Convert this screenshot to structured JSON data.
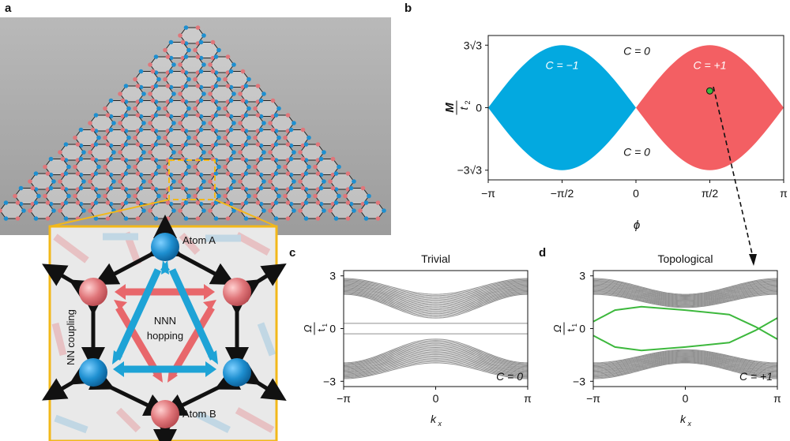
{
  "panels": {
    "a": {
      "letter": "a",
      "inset_labels": {
        "atom_a": "Atom A",
        "atom_b": "Atom B",
        "nn_coupling": "NN coupling",
        "nnn_line1": "NNN",
        "nnn_line2": "hopping"
      }
    },
    "b": {
      "letter": "b"
    },
    "c": {
      "letter": "c"
    },
    "d": {
      "letter": "d"
    }
  },
  "colors": {
    "blue_atom": "#1e8fd0",
    "red_atom": "#e0767a",
    "c_minus_region": "#03a9e0",
    "c_plus_region": "#f35f63",
    "band_grey": "#9a9a9a",
    "edge_state_green": "#3db83d",
    "frame_yellow": "#f2b81a"
  },
  "chart_data": [
    {
      "type": "area",
      "panel": "b",
      "xlabel": "ϕ",
      "ylabel_num": "M",
      "ylabel_den": "t",
      "ylabel_sub": "2",
      "x_ticks": [
        "−π",
        "−π/2",
        "0",
        "π/2",
        "π"
      ],
      "y_ticks": [
        "3√3",
        "0",
        "−3√3"
      ],
      "xlim": [
        -3.1416,
        3.1416
      ],
      "ylim": [
        -6.0,
        6.0
      ],
      "regions": [
        {
          "label": "C = −1",
          "phi_range": [
            -3.1416,
            0
          ],
          "boundary": "M = ±3√3·|sin ϕ|",
          "color": "#03a9e0"
        },
        {
          "label": "C = +1",
          "phi_range": [
            0,
            3.1416
          ],
          "boundary": "M = ±3√3·|sin ϕ|",
          "color": "#f35f63"
        }
      ],
      "annotations": [
        "C = 0",
        "C = 0"
      ],
      "marker": {
        "phi": 1.5708,
        "M": 1.2,
        "color": "#3db83d"
      }
    },
    {
      "type": "line",
      "panel": "c",
      "title": "Trivial",
      "xlabel": "k",
      "xlabel_sub": "x",
      "ylabel_num": "Ω",
      "ylabel_den": "t",
      "ylabel_sub": "1",
      "x_ticks": [
        "−π",
        "0",
        "π"
      ],
      "y_ticks": [
        "3",
        "0",
        "−3"
      ],
      "ylim": [
        -3.3,
        3.3
      ],
      "chern_label": "C = 0",
      "bands": {
        "upper_min": 0.6,
        "upper_max": 2.85,
        "lower_min": -2.85,
        "lower_max": -0.6
      },
      "edge_states": []
    },
    {
      "type": "line",
      "panel": "d",
      "title": "Topological",
      "xlabel": "k",
      "xlabel_sub": "x",
      "ylabel_num": "Ω",
      "ylabel_den": "t",
      "ylabel_sub": "1",
      "x_ticks": [
        "−π",
        "0",
        "π"
      ],
      "y_ticks": [
        "3",
        "0",
        "−3"
      ],
      "ylim": [
        -3.3,
        3.3
      ],
      "chern_label": "C = +1",
      "bands": {
        "upper_min": 1.2,
        "upper_max": 2.85,
        "lower_min": -2.85,
        "lower_max": -1.2
      },
      "edge_states": [
        {
          "name": "edge-1",
          "kx": [
            -3.14,
            -2.4,
            -1.5,
            0,
            1.5,
            2.4,
            3.14
          ],
          "omega": [
            0.4,
            1.05,
            1.25,
            1.05,
            0.8,
            0.1,
            -0.6
          ]
        },
        {
          "name": "edge-2",
          "kx": [
            -3.14,
            -2.4,
            -1.5,
            0,
            1.5,
            2.4,
            3.14
          ],
          "omega": [
            -0.4,
            -1.05,
            -1.25,
            -1.05,
            -0.8,
            -0.1,
            0.6
          ]
        }
      ]
    }
  ]
}
